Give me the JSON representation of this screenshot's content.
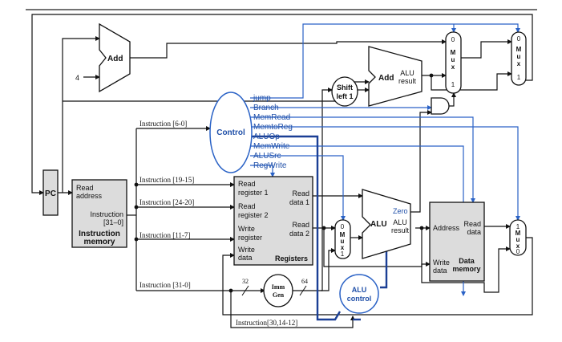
{
  "colors": {
    "datapath": "#111111",
    "control_signal": "#2a62c6",
    "alu_control_bus": "#1b3f95"
  },
  "pc": {
    "label": "PC"
  },
  "adders": {
    "pc_add": "Add",
    "pc_increment": "4",
    "branch_add_name": "Add",
    "branch_add_result1": "ALU",
    "branch_add_result2": "result"
  },
  "shift": {
    "line1": "Shift",
    "line2": "left 1"
  },
  "instruction_memory": {
    "read1": "Read",
    "read2": "address",
    "out1": "Instruction",
    "out2": "[31–0]",
    "name1": "Instruction",
    "name2": "memory"
  },
  "instr_fields": {
    "f6_0": "Instruction [6-0]",
    "f19_15": "Instruction [19-15]",
    "f24_20": "Instruction [24-20]",
    "f11_7": "Instruction [11-7]",
    "f31_0": "Instruction [31-0]",
    "f30_14_12": "Instruction[30,14-12]"
  },
  "control": {
    "label": "Control",
    "signals": [
      "jump",
      "Branch",
      "MemRead",
      "MemtoReg",
      "ALUOp",
      "MemWrite",
      "ALUSrc",
      "RegWrite"
    ]
  },
  "registers": {
    "rr1a": "Read",
    "rr1b": "register 1",
    "rr2a": "Read",
    "rr2b": "register 2",
    "wra": "Write",
    "wrb": "register",
    "wda": "Write",
    "wdb": "data",
    "rd1a": "Read",
    "rd1b": "data 1",
    "rd2a": "Read",
    "rd2b": "data 2",
    "name": "Registers"
  },
  "immgen": {
    "l1": "Imm",
    "l2": "Gen",
    "in_bits": "32",
    "out_bits": "64"
  },
  "alu": {
    "name": "ALU",
    "zero": "Zero",
    "result1": "ALU",
    "result2": "result"
  },
  "alu_control": {
    "l1": "ALU",
    "l2": "control"
  },
  "data_memory": {
    "address": "Address",
    "read1": "Read",
    "read2": "data",
    "write1": "Write",
    "write2": "data",
    "name1": "Data",
    "name2": "memory"
  },
  "muxes": {
    "mux_top1": {
      "top": "0",
      "letters": [
        "M",
        "u",
        "x"
      ],
      "bottom": "1"
    },
    "mux_top2": {
      "top": "0",
      "letters": [
        "M",
        "u",
        "x"
      ],
      "bottom": "1"
    },
    "mux_alusrc": {
      "top": "0",
      "letters": [
        "M",
        "u",
        "x"
      ],
      "bottom": "1"
    },
    "mux_wb": {
      "top": "1",
      "letters": [
        "M",
        "u",
        "x"
      ],
      "bottom": "0"
    }
  }
}
